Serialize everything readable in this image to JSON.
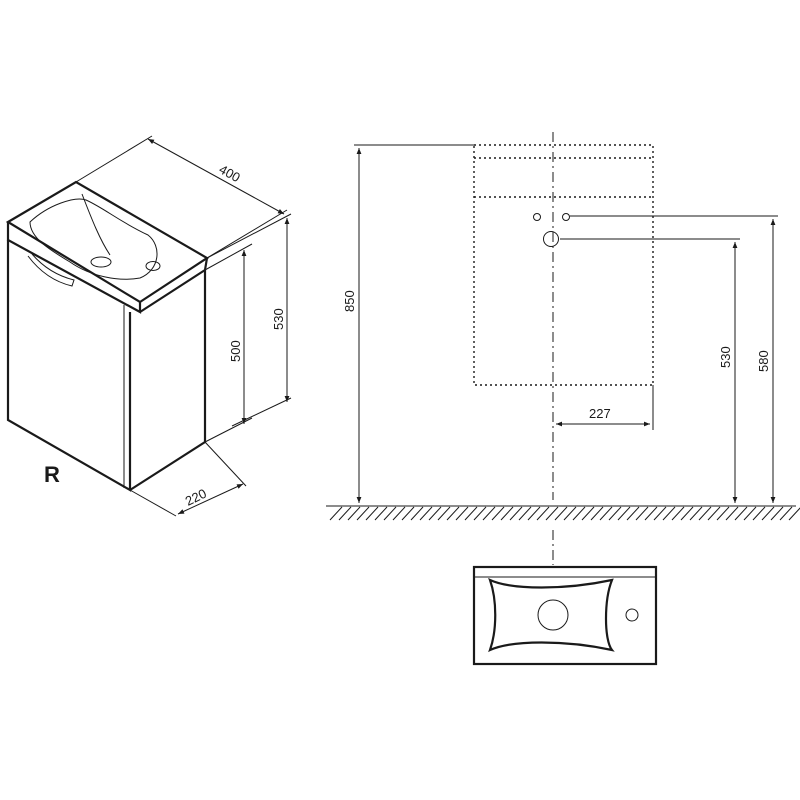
{
  "variant_label": "R",
  "iso_dims": {
    "width": "400",
    "depth": "220",
    "cabinet_height": "500",
    "total_height": "530"
  },
  "front_dims": {
    "height_total": "850",
    "offset": "227",
    "drain_height": "530",
    "supply_height": "580"
  }
}
